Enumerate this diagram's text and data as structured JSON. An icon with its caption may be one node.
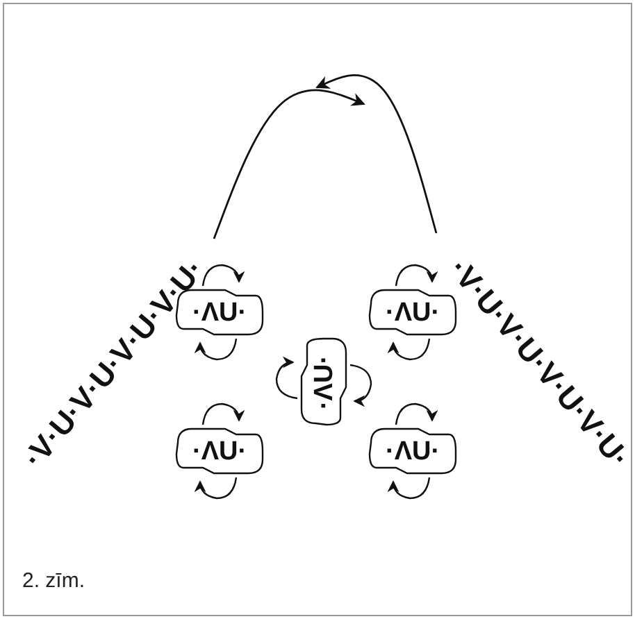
{
  "diagram": {
    "caption": "2. zīm.",
    "nodes": [
      {
        "text": [
          "·V·U·V·U·V·U·V·U·"
        ]
      },
      {
        "text": [
          "·V·U·V·U·V·U·V·U·"
        ]
      },
      {
        "text": [
          "·ΛU·"
        ]
      },
      {
        "text": [
          "·ΛU·"
        ]
      },
      {
        "text": [
          "·ΛU·"
        ]
      },
      {
        "text": [
          "·ΛU·"
        ]
      },
      {
        "text": [
          "·ΛU·"
        ]
      }
    ],
    "edges": [
      {
        "from": 0,
        "to": null,
        "arrow": "to"
      },
      {
        "from": 1,
        "to": null,
        "arrow": "to"
      }
    ]
  }
}
